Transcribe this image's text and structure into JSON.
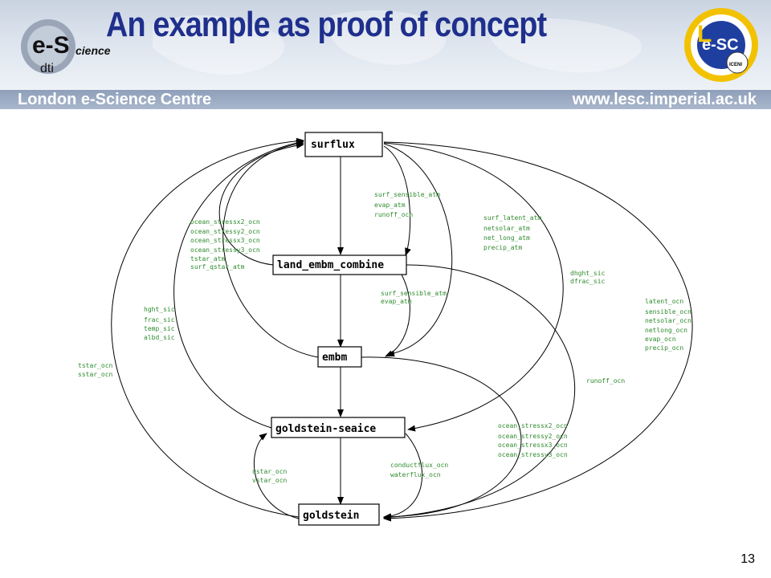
{
  "header": {
    "title": "An example as proof of concept",
    "org_left": "London e-Science Centre",
    "url_right": "www.lesc.imperial.ac.uk",
    "logo_left_text": "e-Science dti",
    "logo_right_text": "Le-SC London e-Science Centre ICENI"
  },
  "diagram": {
    "nodes": {
      "surflux": "surflux",
      "land": "land_embm_combine",
      "embm": "embm",
      "seaice": "goldstein-seaice",
      "goldstein": "goldstein"
    },
    "labels": {
      "ocean_stress_left": [
        "ocean_stressx2_ocn",
        "ocean_stressy2_ocn",
        "ocean_stressx3_ocn",
        "ocean_stressy3_ocn",
        "tstar_atm",
        "surf_qstar_atm"
      ],
      "surf_sens_top": [
        "surf_sensible_atm",
        "evap_atm",
        "runoff_ocn"
      ],
      "surf_latent": [
        "surf_latent_atm",
        "netsolar_atm",
        "net_long_atm",
        "precip_atm"
      ],
      "dhght": [
        "dhght_sic",
        "dfrac_sic"
      ],
      "latent_ocn": [
        "latent_ocn",
        "sensible_ocn",
        "netsolar_ocn",
        "netlong_ocn",
        "evap_ocn",
        "precip_ocn"
      ],
      "surf_sens_mid": [
        "surf_sensible_atm",
        "evap_atm"
      ],
      "hght": [
        "hght_sic",
        "frac_sic",
        "temp_sic",
        "albd_sic"
      ],
      "tstar_ocn": [
        "tstar_ocn",
        "sstar_ocn"
      ],
      "runoff": [
        "runoff_ocn"
      ],
      "ocean_stress_right": [
        "ocean_stressx2_ocn",
        "ocean_stressy2_ocn",
        "ocean_stressx3_ocn",
        "ocean_stressy3_ocn"
      ],
      "ustar": [
        "ustar_ocn",
        "vstar_ocn"
      ],
      "conduct": [
        "conductflux_ocn",
        "waterflux_ocn"
      ]
    }
  },
  "footer": {
    "page_number": "13"
  }
}
